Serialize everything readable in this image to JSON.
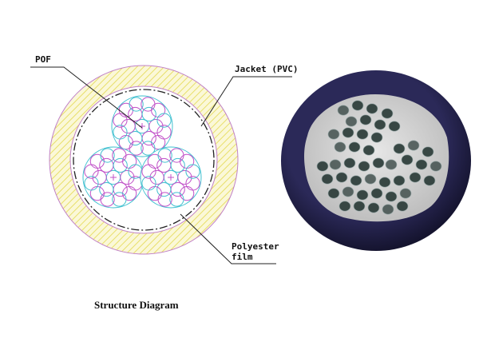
{
  "diagram": {
    "labels": {
      "pof": "POF",
      "jacket": "Jacket (PVC)",
      "polyester_line1": "Polyester",
      "polyester_line2": "film"
    },
    "caption": "Structure Diagram"
  },
  "colors": {
    "jacket_hatch": "#e8df6a",
    "jacket_outline": "#c080c8",
    "fiber_magenta": "#c050c8",
    "fiber_cyan": "#40c0d0",
    "film_line": "#222222",
    "photo_jacket": "#22204a",
    "photo_fill": "#d8d8d8",
    "photo_fiber": "#2f3f3c"
  }
}
